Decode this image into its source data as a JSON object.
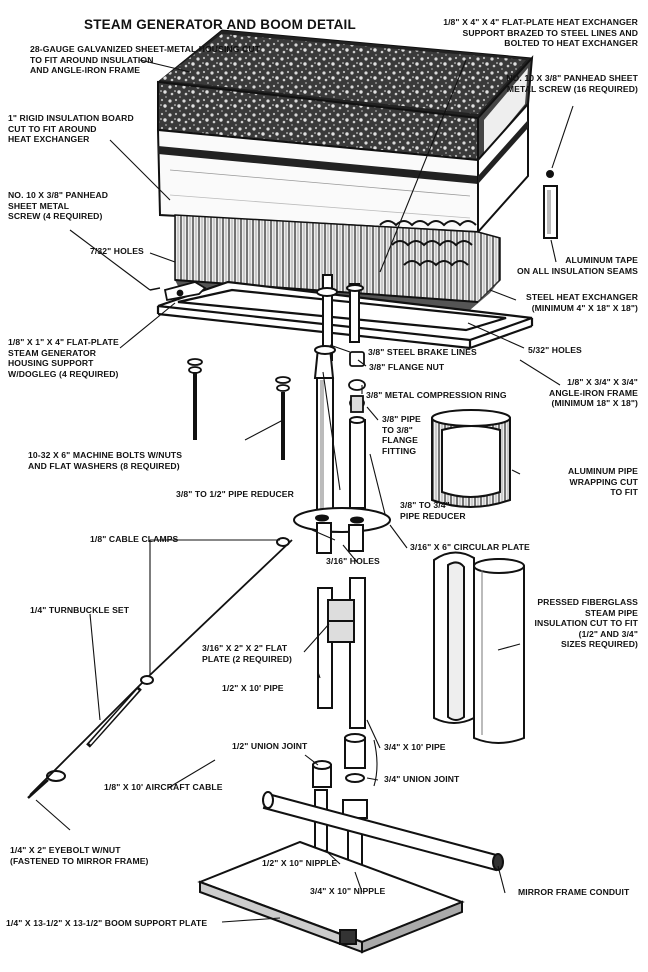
{
  "title": "STEAM GENERATOR AND BOOM DETAIL",
  "labels": {
    "housing": "28-GAUGE GALVANIZED SHEET-METAL HOUSING CUT\nTO FIT AROUND INSULATION\nAND ANGLE-IRON FRAME",
    "flat_plate_hx_support": "1/8\" X 4\" X 4\" FLAT-PLATE HEAT EXCHANGER\nSUPPORT BRAZED TO STEEL LINES AND\nBOLTED TO HEAT EXCHANGER",
    "panhead_screw_16": "NO. 10 X 3/8\" PANHEAD SHEET\nMETAL SCREW (16 REQUIRED)",
    "insulation_board": "1\" RIGID INSULATION BOARD\nCUT TO FIT AROUND\nHEAT EXCHANGER",
    "panhead_screw_4": "NO. 10 X 3/8\" PANHEAD\nSHEET METAL\nSCREW (4 REQUIRED)",
    "holes_7_32": "7/32\" HOLES",
    "aluminum_tape": "ALUMINUM TAPE\nON ALL INSULATION SEAMS",
    "steel_hx": "STEEL HEAT EXCHANGER\n(MINIMUM 4\" X 18\" X 18\")",
    "housing_support": "1/8\" X 1\" X 4\" FLAT-PLATE\nSTEAM GENERATOR\nHOUSING SUPPORT\nW/DOGLEG (4 REQUIRED)",
    "brake_lines": "3/8\" STEEL BRAKE LINES",
    "holes_5_32": "5/32\" HOLES",
    "flange_nut": "3/8\" FLANGE NUT",
    "compression_ring": "3/8\" METAL COMPRESSION RING",
    "angle_iron": "1/8\" X 3/4\" X 3/4\"\nANGLE-IRON FRAME\n(MINIMUM 18\" X 18\")",
    "pipe_to_flange": "3/8\" PIPE\nTO 3/8\"\nFLANGE\nFITTING",
    "machine_bolts": "10-32 X 6\" MACHINE BOLTS W/NUTS\nAND FLAT WASHERS (8 REQUIRED)",
    "aluminum_pipe_wrap": "ALUMINUM PIPE\nWRAPPING CUT\nTO FIT",
    "reducer_3_8_1_2": "3/8\" TO 1/2\" PIPE REDUCER",
    "reducer_3_8_3_4": "3/8\" TO 3/4\"\nPIPE REDUCER",
    "cable_clamps": "1/8\" CABLE CLAMPS",
    "circular_plate": "3/16\" X 6\" CIRCULAR PLATE",
    "holes_3_16": "3/16\" HOLES",
    "fiberglass": "PRESSED FIBERGLASS\nSTEAM PIPE\nINSULATION CUT TO FIT\n(1/2\" AND 3/4\"\nSIZES REQUIRED)",
    "turnbuckle": "1/4\" TURNBUCKLE SET",
    "flat_plate_2": "3/16\" X 2\" X 2\" FLAT\nPLATE (2 REQUIRED)",
    "pipe_half_10": "1/2\" X 10' PIPE",
    "pipe_3q_10": "3/4\" X 10' PIPE",
    "union_half": "1/2\" UNION JOINT",
    "union_3q": "3/4\" UNION JOINT",
    "aircraft_cable": "1/8\" X 10' AIRCRAFT CABLE",
    "eyebolt": "1/4\" X 2\" EYEBOLT W/NUT\n(FASTENED TO MIRROR FRAME)",
    "nipple_half": "1/2\" X 10\" NIPPLE",
    "nipple_3q": "3/4\" X 10\" NIPPLE",
    "conduit": "MIRROR FRAME CONDUIT",
    "boom_plate": "1/4\" X 13-1/2\" X 13-1/2\" BOOM SUPPORT PLATE"
  }
}
